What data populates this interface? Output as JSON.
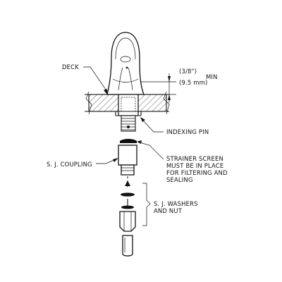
{
  "labels": {
    "deck": "DECK",
    "min_fraction": "(3/8\")",
    "min_word": "MIN",
    "min_metric": "(9.5 mm)",
    "indexing_pin": "INDEXING PIN",
    "strainer": [
      "STRAINER SCREEN",
      "MUST BE IN PLACE",
      "FOR FILTERING AND",
      "SEALING"
    ],
    "coupling": "S. J. COUPLING",
    "washers": [
      "S. J. WASHERS",
      "AND NUT"
    ]
  }
}
